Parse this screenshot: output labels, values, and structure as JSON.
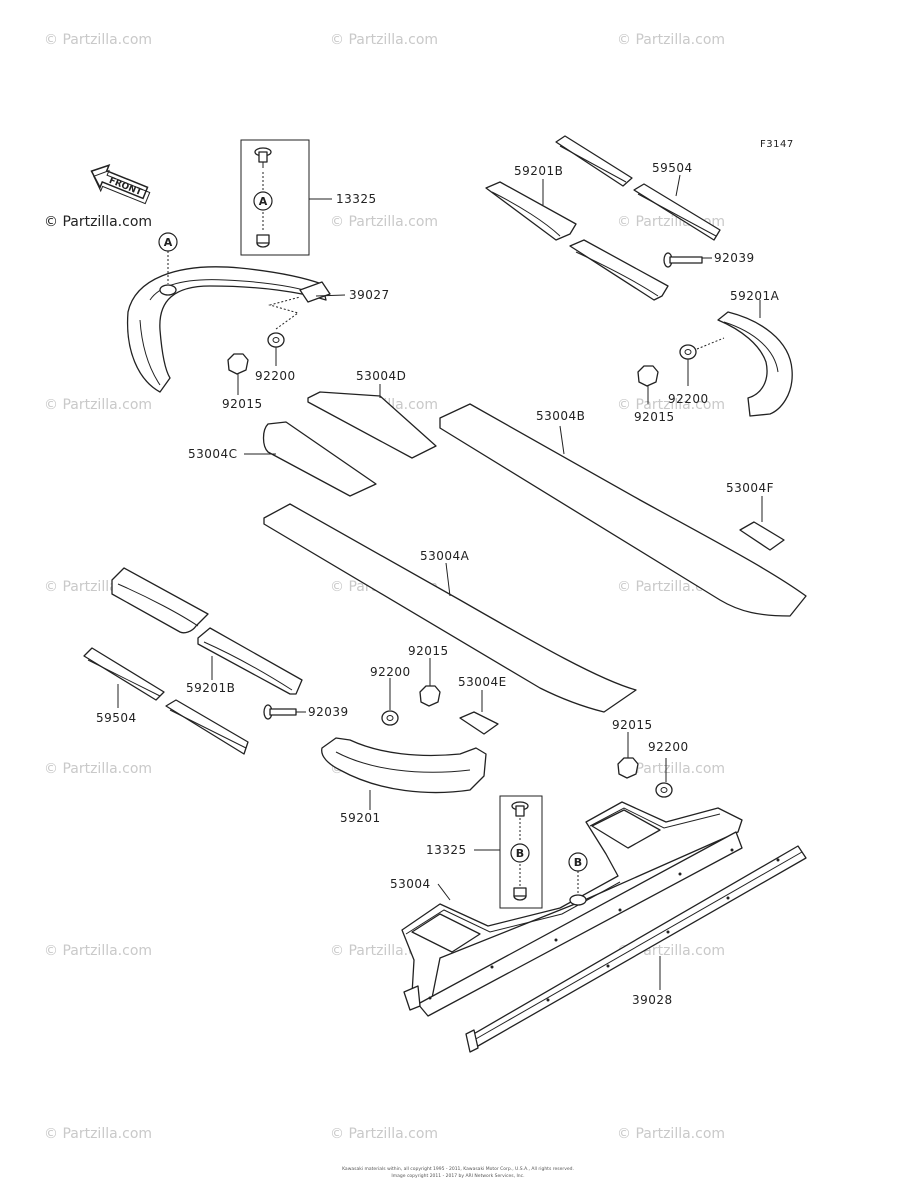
{
  "watermark": "© Partzilla.com",
  "figure_code": "F3147",
  "front_label": "FRONT",
  "ref_markers": {
    "a": "A",
    "b": "B"
  },
  "labels": {
    "p13325_top": "13325",
    "p39027": "39027",
    "p92200_left": "92200",
    "p92015_left": "92015",
    "p59201B_top": "59201B",
    "p59504_top": "59504",
    "p92039_top": "92039",
    "p59201A": "59201A",
    "p92200_right": "92200",
    "p92015_right": "92015",
    "p53004D": "53004D",
    "p53004B": "53004B",
    "p53004C": "53004C",
    "p53004F": "53004F",
    "p53004A": "53004A",
    "p92015_mid": "92015",
    "p92200_mid": "92200",
    "p53004E": "53004E",
    "p59201B_bottom": "59201B",
    "p59504_bottom": "59504",
    "p92039_bottom": "92039",
    "p59201": "59201",
    "p92015_lower": "92015",
    "p92200_lower": "92200",
    "p13325_bottom": "13325",
    "p53004": "53004",
    "p39028": "39028"
  },
  "copyright": {
    "line1": "Kawasaki materials within, all copyright 1995 - 2011, Kawasaki Motor Corp., U.S.A., All rights reserved.",
    "line2": "Image copyright 2011 - 2017 by ARI Network Services, Inc."
  }
}
